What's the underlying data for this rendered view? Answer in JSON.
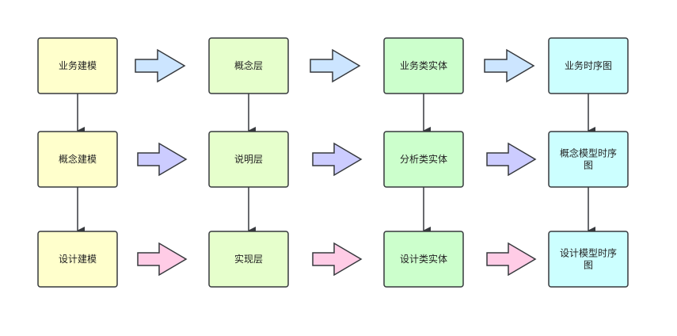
{
  "colors": {
    "yellow": "#ffffcc",
    "lightgreen": "#e6ffcc",
    "green": "#ccffcc",
    "cyan": "#ccffff",
    "arrow_blue": "#cce5ff",
    "arrow_purple": "#ccccff",
    "arrow_pink": "#ffcce6",
    "stroke": "#36393d"
  },
  "columns": [
    {
      "id": "modeling",
      "color": "yellow",
      "nodes": [
        "业务建模",
        "概念建模",
        "设计建模"
      ]
    },
    {
      "id": "layers",
      "color": "lightgreen",
      "nodes": [
        "概念层",
        "说明层",
        "实现层"
      ]
    },
    {
      "id": "entities",
      "color": "green",
      "nodes": [
        "业务类实体",
        "分析类实体",
        "设计类实体"
      ]
    },
    {
      "id": "sequence",
      "color": "cyan",
      "nodes": [
        [
          "业务时序图"
        ],
        [
          "概念模型时序",
          "图"
        ],
        [
          "设计模型时序",
          "图"
        ]
      ]
    }
  ],
  "row_arrow_colors": [
    "arrow_blue",
    "arrow_purple",
    "arrow_pink"
  ]
}
